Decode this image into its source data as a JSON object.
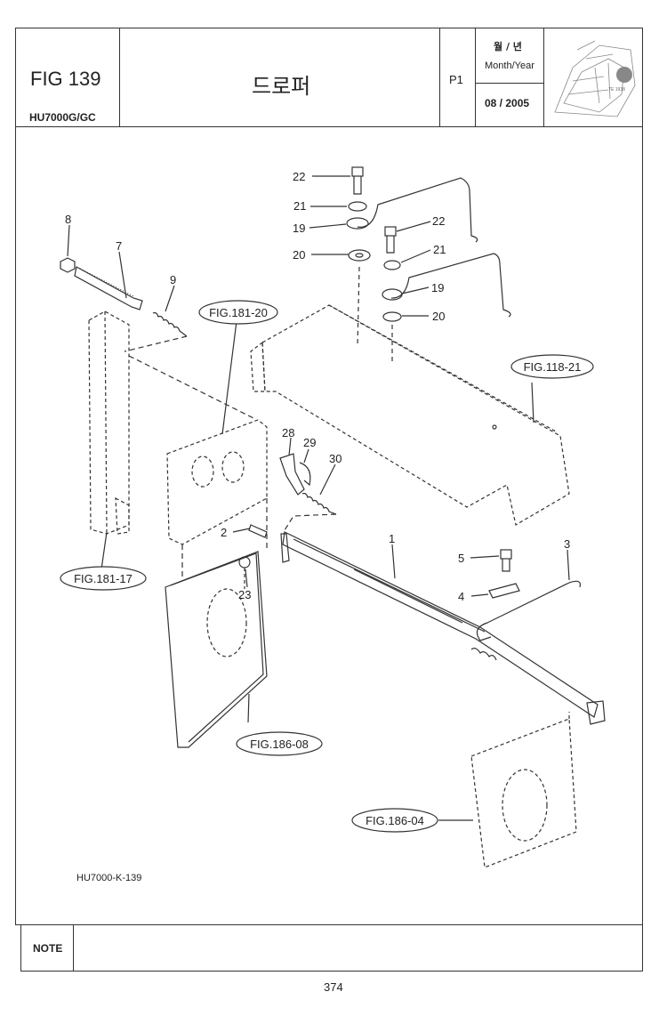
{
  "header": {
    "fig_no": "FIG 139",
    "model": "HU7000G/GC",
    "title": "드로퍼",
    "page_code": "P1",
    "date_label_ko": "월 / 년",
    "date_label_en": "Month/Year",
    "date_value": "08 / 2005"
  },
  "drawing": {
    "callouts": [
      "22",
      "21",
      "19",
      "20",
      "22",
      "21",
      "19",
      "20",
      "8",
      "7",
      "9",
      "28",
      "29",
      "30",
      "2",
      "1",
      "3",
      "5",
      "4",
      "23"
    ],
    "references": [
      "FIG.181-20",
      "FIG.118-21",
      "FIG.181-17",
      "FIG.186-08",
      "FIG.186-04"
    ],
    "drawing_code": "HU7000-K-139"
  },
  "footer": {
    "note_label": "NOTE",
    "page_number": "374"
  }
}
